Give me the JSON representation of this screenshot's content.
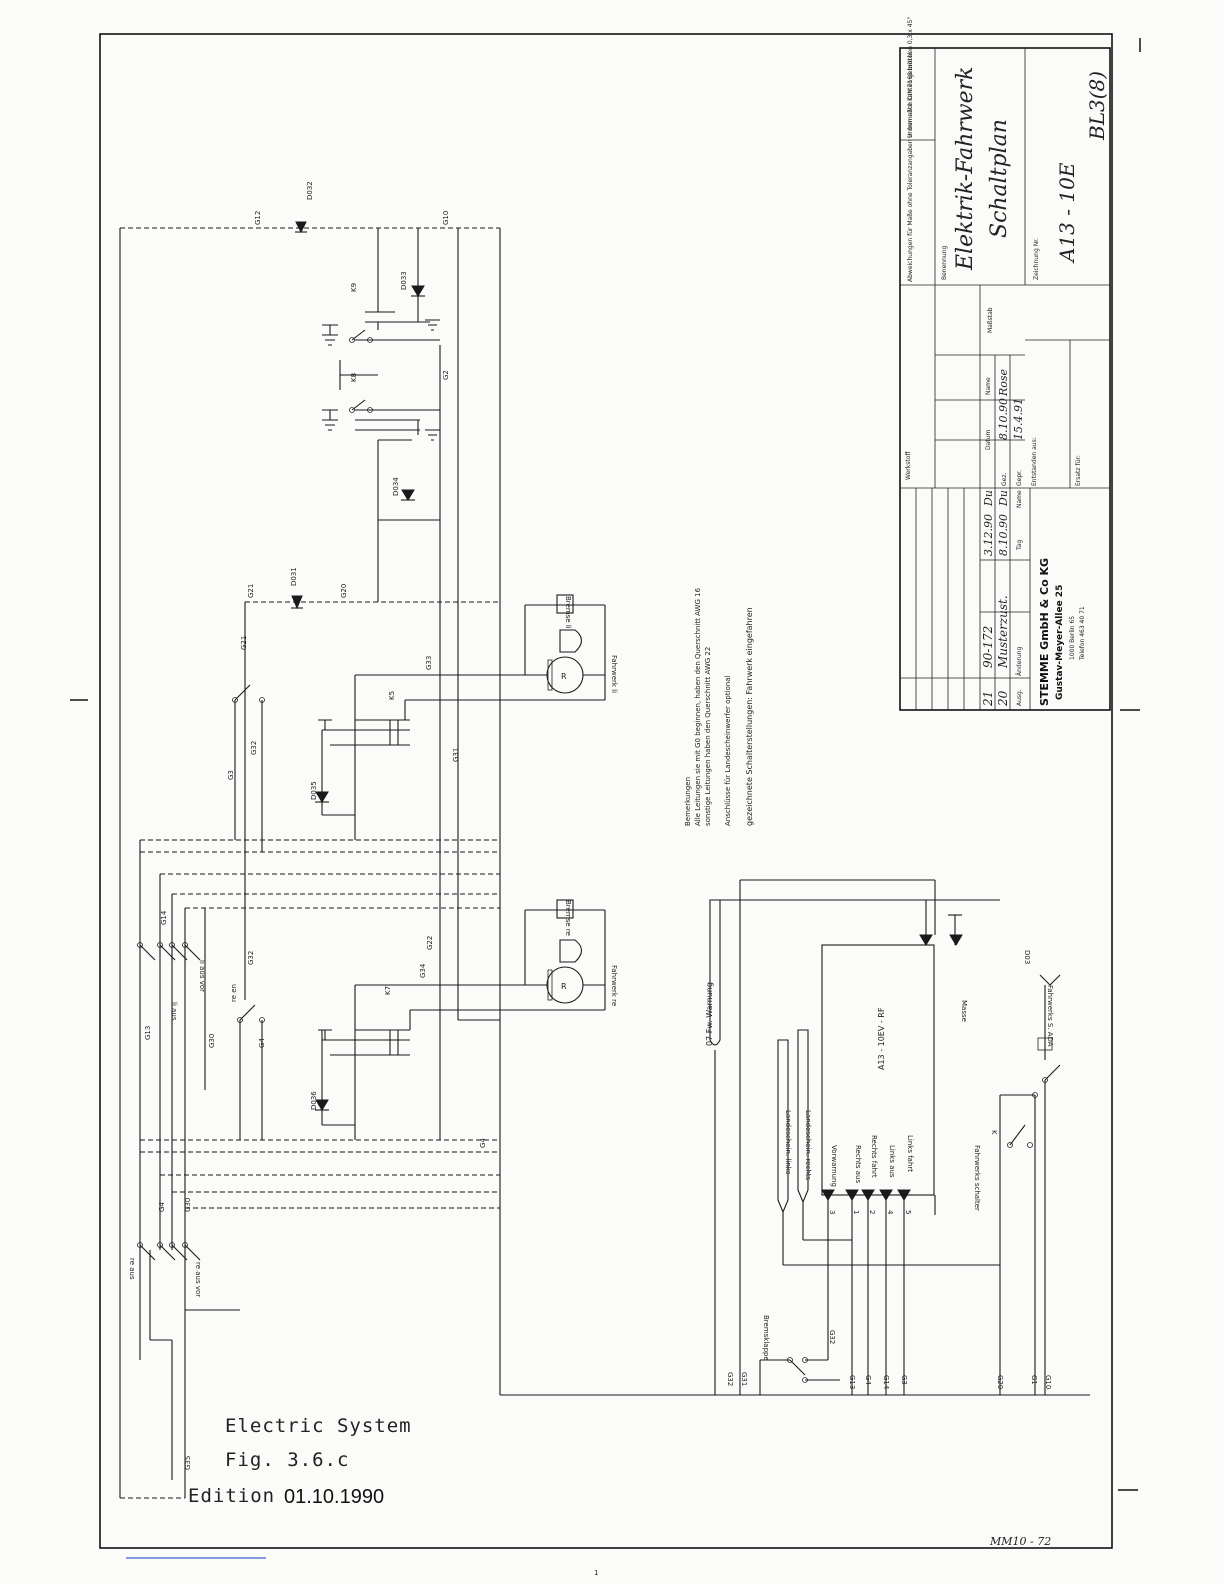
{
  "caption": {
    "line1": "Electric System",
    "line2": "Fig. 3.6.c",
    "edition_word": "Edition",
    "edition_date": "01.10.1990"
  },
  "footer": {
    "sheet_code": "MM10 - 72",
    "page_mark": "1"
  },
  "title_block": {
    "tolerance_header": "Abweichungen für Maße ohne Toleranzangaben in mm nach DIN 7168 mittel",
    "edges_header": "Unbemaßte Kanten gebrochen 0,3 x 45°",
    "werkstoff_label": "Werkstoff",
    "massstab_label": "Maßstab",
    "benennung_label": "Benennung",
    "title_line1": "Elektrik-Fahrwerk",
    "title_line2": "Schaltplan",
    "zeichnung_label": "Zeichnung Nr.",
    "drawing_no": "A13 - 10E",
    "sheet_ref": "BL3(8)",
    "col_datum": "Datum",
    "col_name": "Name",
    "row_gez": "Gez.",
    "row_gepr": "Gepr.",
    "gez_date": "8.10.90",
    "gez_name": "Rose",
    "gepr_date": "15.4.91",
    "entstanden_label": "Entstanden aus:",
    "ersatz_label": "Ersatz für:",
    "revisions": [
      {
        "ausg": "21",
        "aenderung": "90-172",
        "tag": "3.12.90",
        "name": "Du"
      },
      {
        "ausg": "20",
        "aenderung": "Musterzust.",
        "tag": "8.10.90",
        "name": "Du"
      }
    ],
    "rev_header": {
      "ausg": "Ausg.",
      "aenderung": "Änderung",
      "tag": "Tag",
      "name": "Name"
    },
    "company_name": "STEMME GmbH & Co KG",
    "company_street": "Gustav-Meyer-Allee 25",
    "company_city": "1000 Berlin 65",
    "company_phone": "Telefon 463 40 71"
  },
  "notes": {
    "line1": "Bemerkungen",
    "line2": "Alle Leitungen sie mit G0 beginnen, haben den Querschnitt AWG 16",
    "line3": "sonstige Leitungen haben den Querschnitt AWG 22",
    "line4": "Anschlüsse für Landescheinwerfer optional",
    "line5": "gezeichnete Schalterstellungen: Fahrwerk eingefahren"
  },
  "labels": {
    "d032": "D032",
    "d033": "D033",
    "d034": "D034",
    "d031": "D031",
    "d035": "D035",
    "d036": "D036",
    "d03": "D03",
    "k9": "K9",
    "k8": "K8",
    "k5": "K5",
    "k7": "K7",
    "g12": "G12",
    "g10": "G10",
    "g2": "G2",
    "g21": "G21",
    "g20": "G20",
    "g33": "G33",
    "g31": "G31",
    "g32": "G32",
    "g34": "G34",
    "g22": "G22",
    "g14": "G14",
    "g13": "G13",
    "g4": "G4",
    "g3": "G3",
    "g30": "G30",
    "g1": "G1",
    "g35": "G35",
    "motor_symbol": "R",
    "brake_right": "Bremse li",
    "brake_left": "Bremse re",
    "fahrwerk_li": "Fahrwerk li",
    "fahrwerk_re": "Fahrwerk re",
    "re_aus": "re aus",
    "re_ein": "re ein",
    "li_aus": "li aus",
    "li_aus_vor": "li aus vor",
    "re_aus_vor": "re aus vor",
    "re_en": "re en",
    "warnung": "07  Fw. Warnung",
    "controller": "A13 - 10EV - RF",
    "masse": "Masse",
    "ada": "Fahrwerks S. ADA",
    "schalter": "Fahrwerks schalter",
    "landeschein_links": "Landeschein. links",
    "landeschein_rechts": "Landeschein. rechts",
    "bremsklappe": "Bremsklappe",
    "pin_vorwarnung": "Vorwarnung",
    "pin_rechts_aus": "Rechts aus",
    "pin_rechts_fahrt": "Rechts fahrt",
    "pin_links_aus": "Links aus",
    "pin_links_fahrt": "Links fahrt",
    "pin3": "3",
    "pin1": "1",
    "pin2": "2",
    "pin4": "4",
    "pin5": "5",
    "k_small": "K"
  }
}
